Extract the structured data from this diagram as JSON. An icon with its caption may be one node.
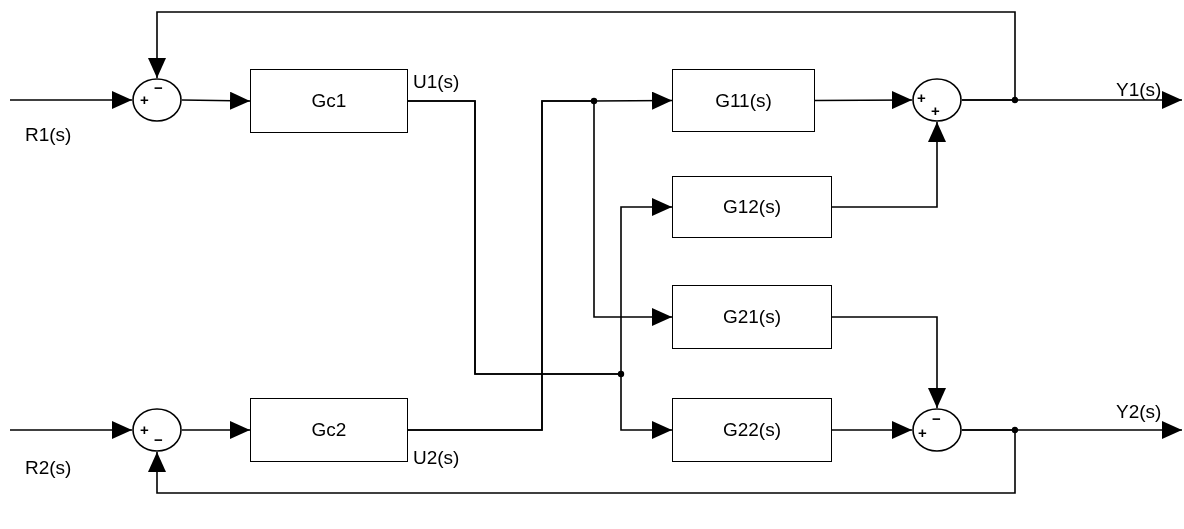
{
  "diagram": {
    "nodes": [
      {
        "text": [
          "+",
          "−"
        ]
      },
      {
        "text": [
          "Gc1"
        ]
      },
      {
        "text": [
          "G11(s)"
        ]
      },
      {
        "text": [
          "+",
          "+"
        ]
      },
      {
        "text": [
          "G12(s)"
        ]
      },
      {
        "text": [
          "G21(s)"
        ]
      },
      {
        "text": [
          "G22(s)"
        ]
      },
      {
        "text": [
          "+",
          "−"
        ]
      },
      {
        "text": [
          "+",
          "−"
        ]
      },
      {
        "text": [
          "Gc2"
        ]
      }
    ],
    "edges": [
      {
        "from": null,
        "to": 0,
        "arrow": "to"
      },
      {
        "from": 0,
        "to": 1,
        "arrow": "to"
      },
      {
        "from": 1,
        "to": 4,
        "arrow": "to"
      },
      {
        "from": 1,
        "to": 6,
        "arrow": "to"
      },
      {
        "from": 9,
        "to": 2,
        "arrow": "to"
      },
      {
        "from": 9,
        "to": 5,
        "arrow": "to"
      },
      {
        "from": 2,
        "to": 3,
        "arrow": "to"
      },
      {
        "from": 4,
        "to": 3,
        "arrow": "to"
      },
      {
        "from": 3,
        "to": null,
        "arrow": "to"
      },
      {
        "from": 3,
        "to": 0,
        "arrow": "to"
      },
      {
        "from": 5,
        "to": 7,
        "arrow": "to"
      },
      {
        "from": 6,
        "to": 7,
        "arrow": "to"
      },
      {
        "from": 7,
        "to": null,
        "arrow": "to"
      },
      {
        "from": 7,
        "to": 8,
        "arrow": "to"
      },
      {
        "from": null,
        "to": 8,
        "arrow": "to"
      },
      {
        "from": 8,
        "to": 9,
        "arrow": "to"
      }
    ],
    "labels": [
      "R1(s)",
      "U1(s)",
      "Y1(s)",
      "R2(s)",
      "U2(s)",
      "Y2(s)"
    ]
  }
}
